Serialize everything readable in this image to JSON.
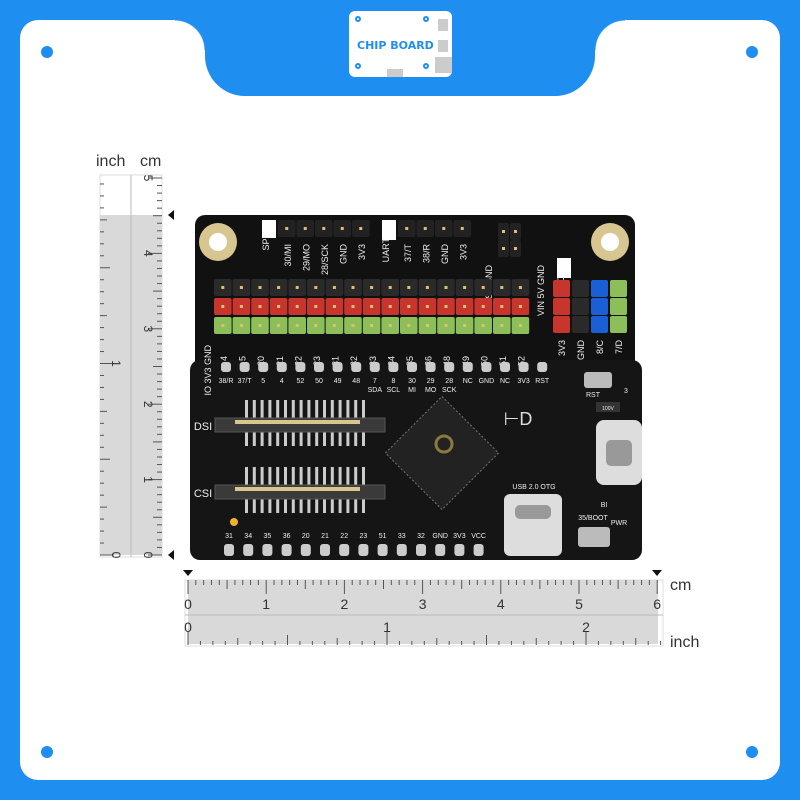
{
  "logo": {
    "text": "CHIP BOARD"
  },
  "colors": {
    "brand": "#1e8ff0",
    "board": "#111111",
    "pin_black": "#2a2a2a",
    "pin_red": "#c8352d",
    "pin_green": "#8cbf5a",
    "pin_blue": "#1b5fd6"
  },
  "ruler_vertical": {
    "unit_inch": "inch",
    "unit_cm": "cm",
    "cm_ticks": [
      "0",
      "1",
      "2",
      "3",
      "4",
      "5"
    ],
    "inch_ticks": [
      "0",
      "1"
    ]
  },
  "ruler_horizontal": {
    "unit_cm": "cm",
    "unit_inch": "inch",
    "cm_ticks": [
      "0",
      "1",
      "2",
      "3",
      "4",
      "5",
      "6"
    ],
    "inch_ticks": [
      "0",
      "1",
      "2"
    ]
  },
  "board": {
    "spi": {
      "title": "SPI",
      "pins": [
        "30/MI",
        "29/MO",
        "28/SCK",
        "GND",
        "3V3"
      ]
    },
    "uart": {
      "title": "UART",
      "pins": [
        "37/T",
        "38/R",
        "GND",
        "3V3"
      ]
    },
    "power": {
      "labels": [
        "RST GND",
        "VIN 5V GND"
      ]
    },
    "io_header": {
      "label": "IO 3V3 GND",
      "pins": [
        "4",
        "5",
        "20",
        "21",
        "22",
        "23",
        "31",
        "32",
        "33",
        "34",
        "35",
        "36",
        "48",
        "49",
        "50",
        "51",
        "52"
      ]
    },
    "i2c": {
      "title": "I2C",
      "pins": [
        "3V3",
        "GND",
        "8/C",
        "7/D"
      ]
    },
    "edge_top": [
      "38/R",
      "37/T",
      "5",
      "4",
      "52",
      "50",
      "49",
      "48",
      "7",
      "8",
      "30",
      "29",
      "28",
      "NC",
      "GND",
      "NC",
      "3V3",
      "RST"
    ],
    "edge_top_sub": [
      "",
      "",
      "",
      "",
      "",
      "",
      "",
      "",
      "SDA",
      "SCL",
      "MI",
      "MO",
      "SCK",
      "",
      "",
      "",
      "",
      ""
    ],
    "edge_bottom": [
      "31",
      "34",
      "35",
      "36",
      "20",
      "21",
      "22",
      "23",
      "51",
      "33",
      "32",
      "GND",
      "3V3",
      "VCC"
    ],
    "connectors": [
      "DSI",
      "CSI"
    ],
    "usb_label": "USB 2.0 OTG",
    "buttons": [
      "RST",
      "35/BOOT"
    ],
    "leds": [
      "PWR",
      "BI"
    ],
    "misc": [
      "3",
      "100V"
    ]
  }
}
